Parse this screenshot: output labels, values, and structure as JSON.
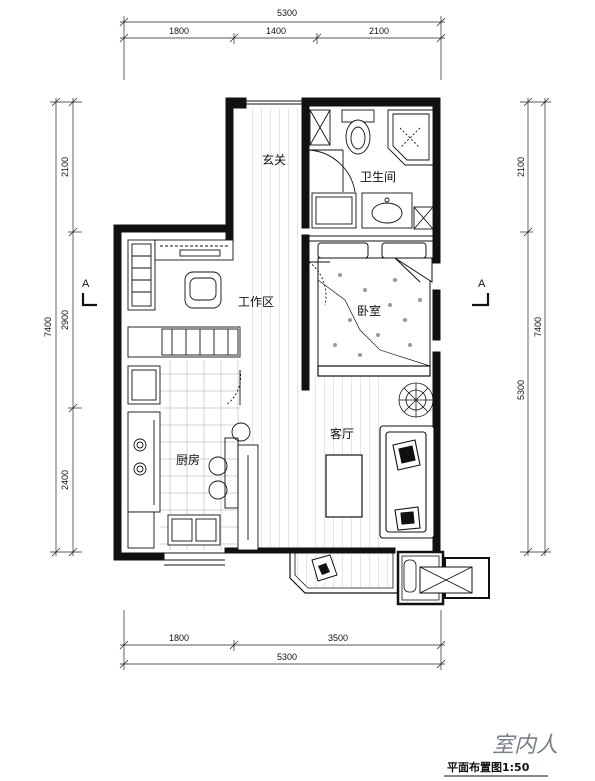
{
  "dimensions": {
    "top_total": "5300",
    "top_segments": [
      "1800",
      "1400",
      "2100"
    ],
    "bottom_segments": [
      "1800",
      "3500"
    ],
    "bottom_total": "5300",
    "left_total": "7400",
    "left_segments": [
      "2100",
      "2900",
      "2400"
    ],
    "right_total": "7400",
    "right_segments": [
      "2100",
      "5300"
    ]
  },
  "rooms": {
    "entrance": "玄关",
    "bathroom": "卫生间",
    "work_area": "工作区",
    "bedroom": "卧室",
    "living_room": "客厅",
    "kitchen": "厨房"
  },
  "section_markers": {
    "left": "A",
    "right": "A"
  },
  "watermark": "室内人",
  "caption": "平面布置图1:50"
}
